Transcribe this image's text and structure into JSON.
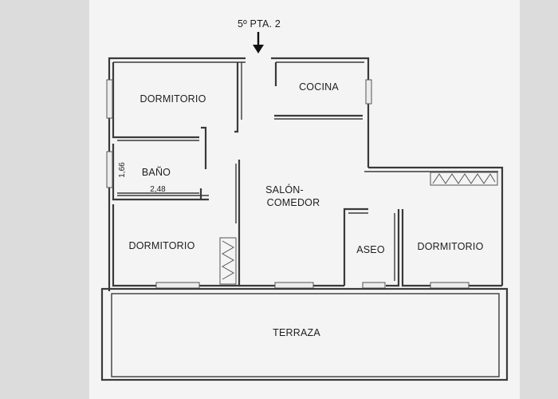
{
  "plan": {
    "entrance_label": "5º PTA. 2",
    "rooms": {
      "dormitorio_1": "DORMITORIO",
      "cocina": "COCINA",
      "bano": "BAÑO",
      "salon": "SALÓN-",
      "comedor": "COMEDOR",
      "dormitorio_2": "DORMITORIO",
      "aseo": "ASEO",
      "dormitorio_3": "DORMITORIO",
      "terraza": "TERRAZA"
    },
    "dimensions": {
      "bano_height": "1,66",
      "bano_width": "2,48"
    }
  },
  "colors": {
    "paper": "#f4f4f4",
    "wall": "#3a3a3a",
    "background": "#dcdcdc"
  }
}
